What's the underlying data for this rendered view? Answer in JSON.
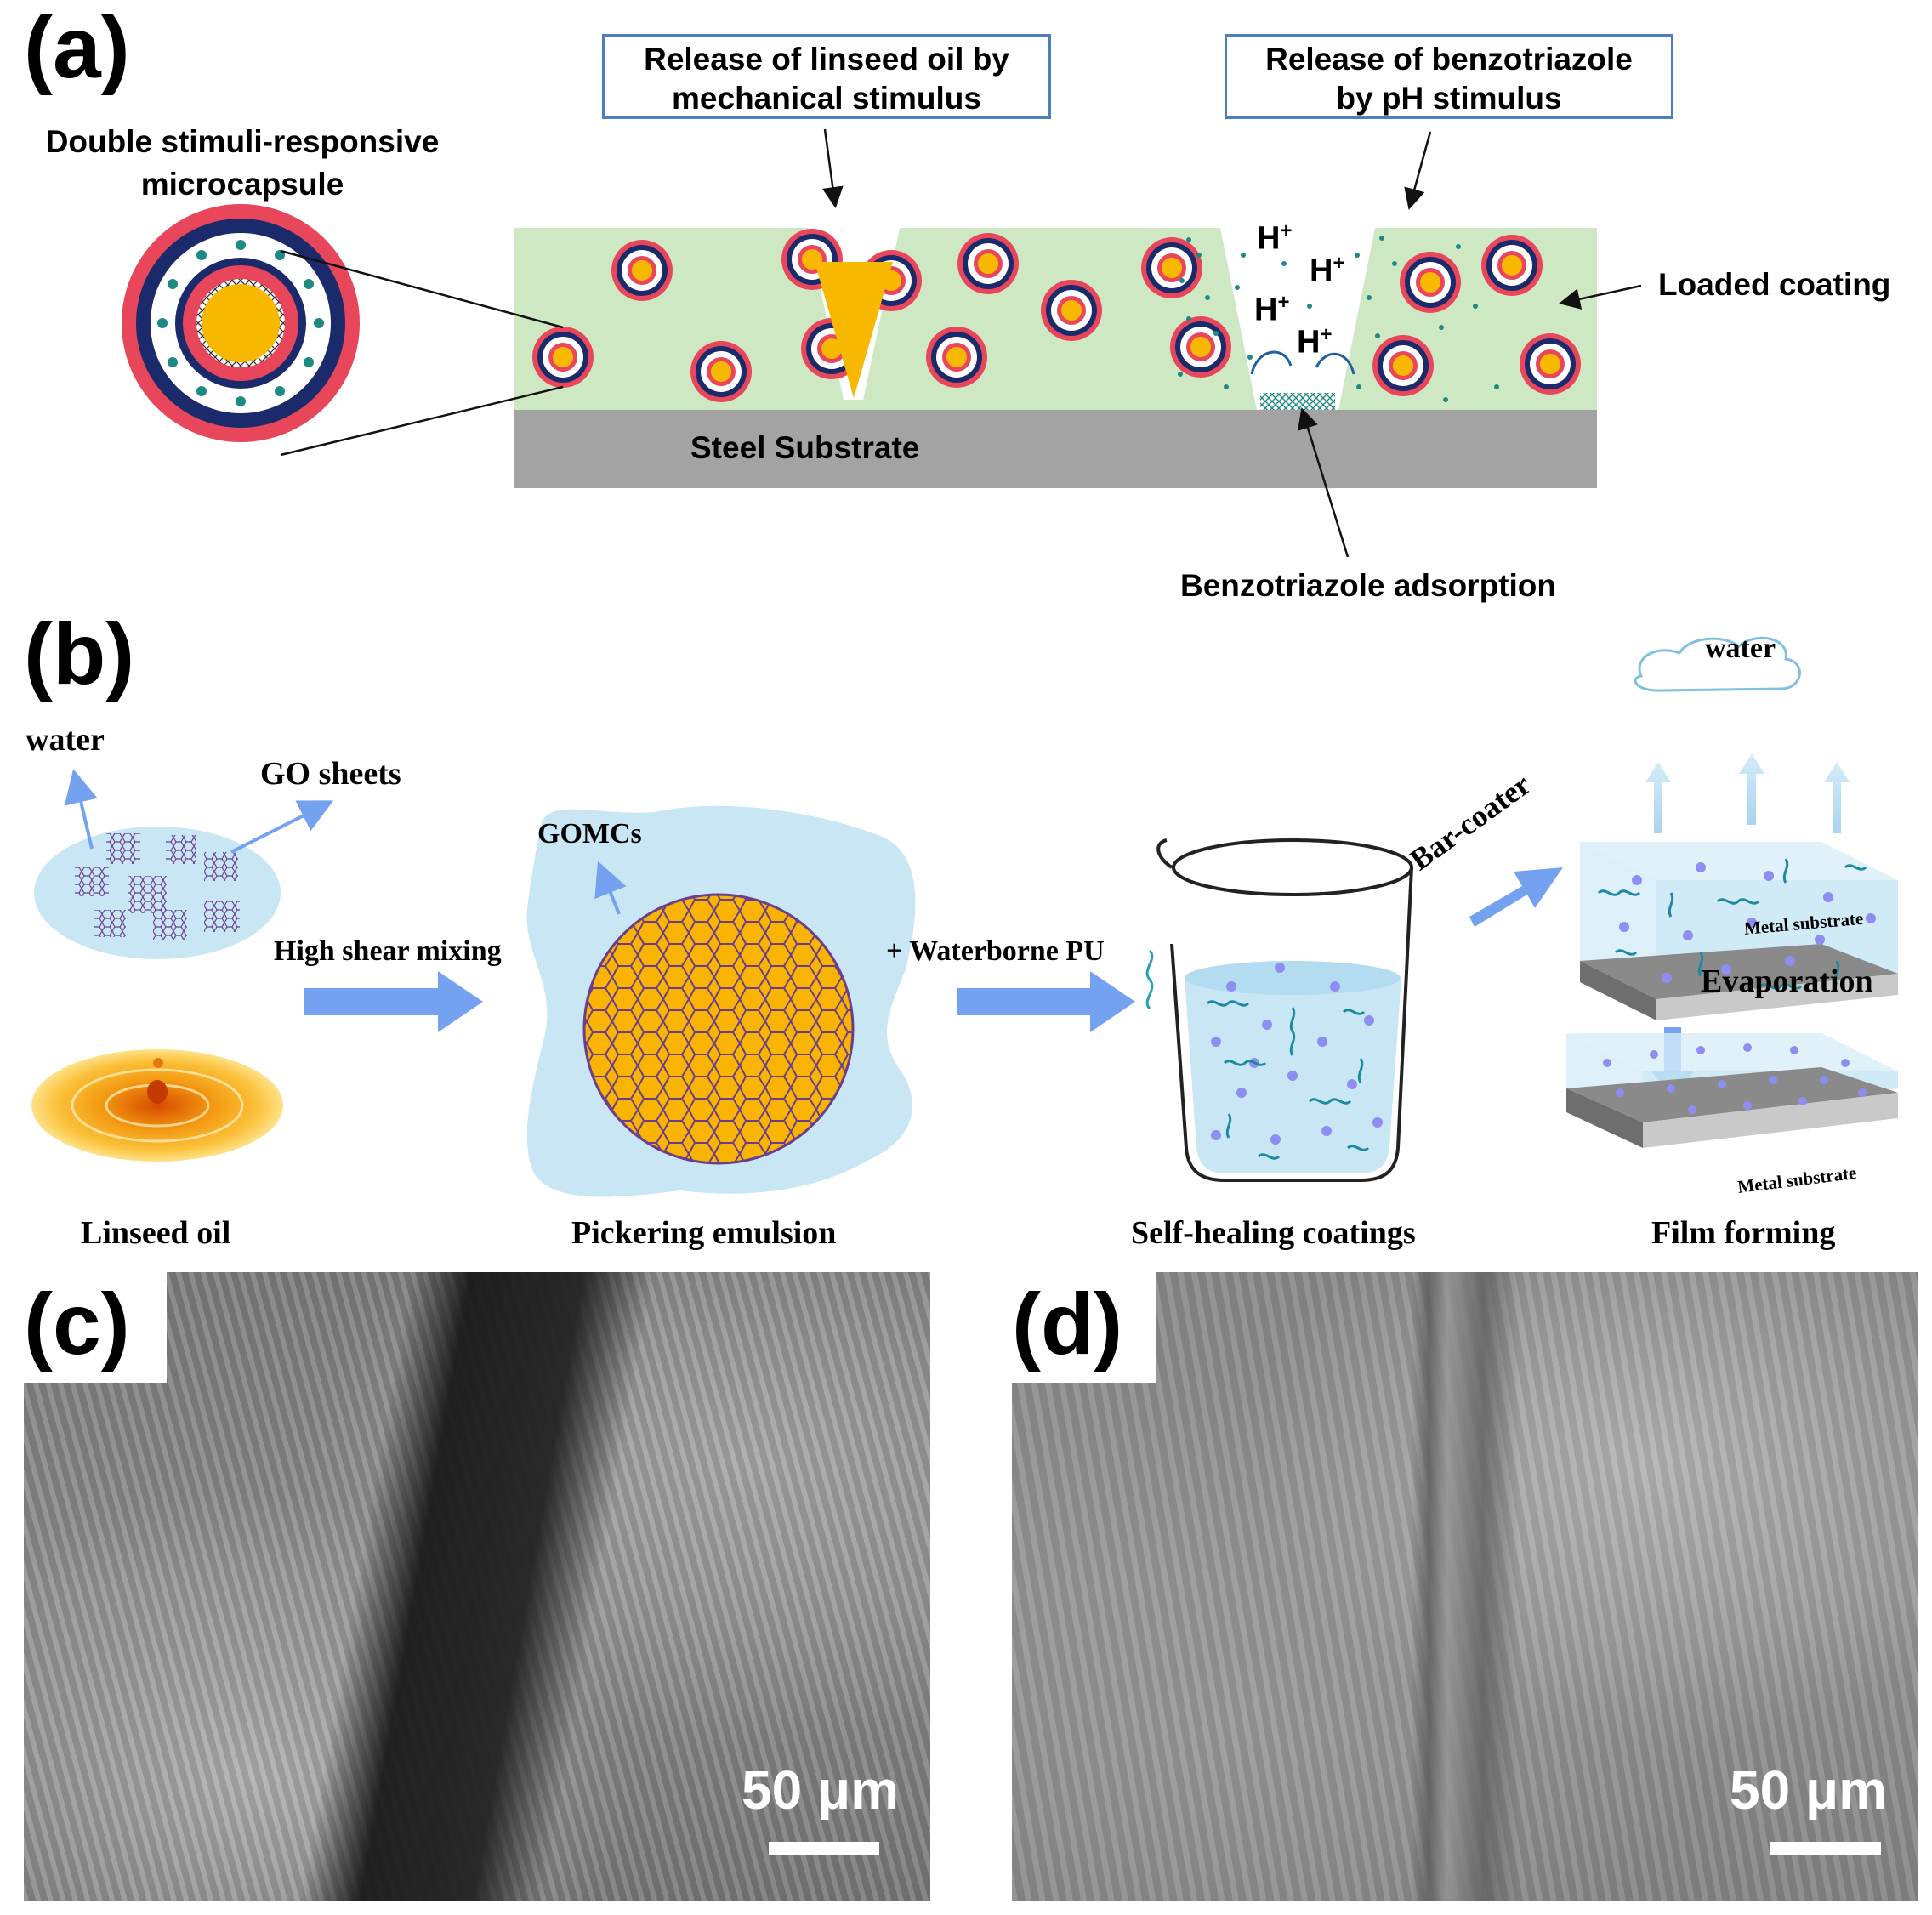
{
  "panel_a": {
    "letter": "(a)",
    "capsule_label_line1": "Double stimuli-responsive",
    "capsule_label_line2": "microcapsule",
    "box1_line1": "Release of linseed oil by",
    "box1_line2": "mechanical stimulus",
    "box2_line1": "Release of benzotriazole",
    "box2_line2": "by pH stimulus",
    "loaded_coating": "Loaded coating",
    "steel_substrate": "Steel Substrate",
    "benzotriazole_adsorption": "Benzotriazole adsorption",
    "proton_base": "H",
    "proton_charge": "+"
  },
  "panel_b": {
    "letter": "(b)",
    "water": "water",
    "go_sheets": "GO sheets",
    "gomcs": "GOMCs",
    "high_shear": "High shear mixing",
    "waterborne_pu": "+ Waterborne PU",
    "bar_coater": "Bar-coater",
    "evaporation": "Evaporation",
    "cloud_water": "water",
    "metal_substrate_1": "Metal substrate",
    "metal_substrate_2": "Metal substrate",
    "linseed_oil": "Linseed oil",
    "pickering_emulsion": "Pickering emulsion",
    "self_healing": "Self-healing coatings",
    "film_forming": "Film forming"
  },
  "panel_c": {
    "letter": "(c)",
    "scale_label": "50 μm"
  },
  "panel_d": {
    "letter": "(d)",
    "scale_label": "50 μm"
  },
  "colors": {
    "coating_green": "#cfe8c4",
    "steel_gray": "#a3a3a3",
    "capsule_red": "#e8465a",
    "capsule_navy": "#1b2a6b",
    "capsule_core": "#f8b800",
    "teal_dot": "#1d8a84",
    "box_border": "#4a7fc0",
    "arrow_blue": "#74a2f0",
    "water_blue": "#c8e6f4",
    "sem_gray": "#8a8a8a"
  }
}
